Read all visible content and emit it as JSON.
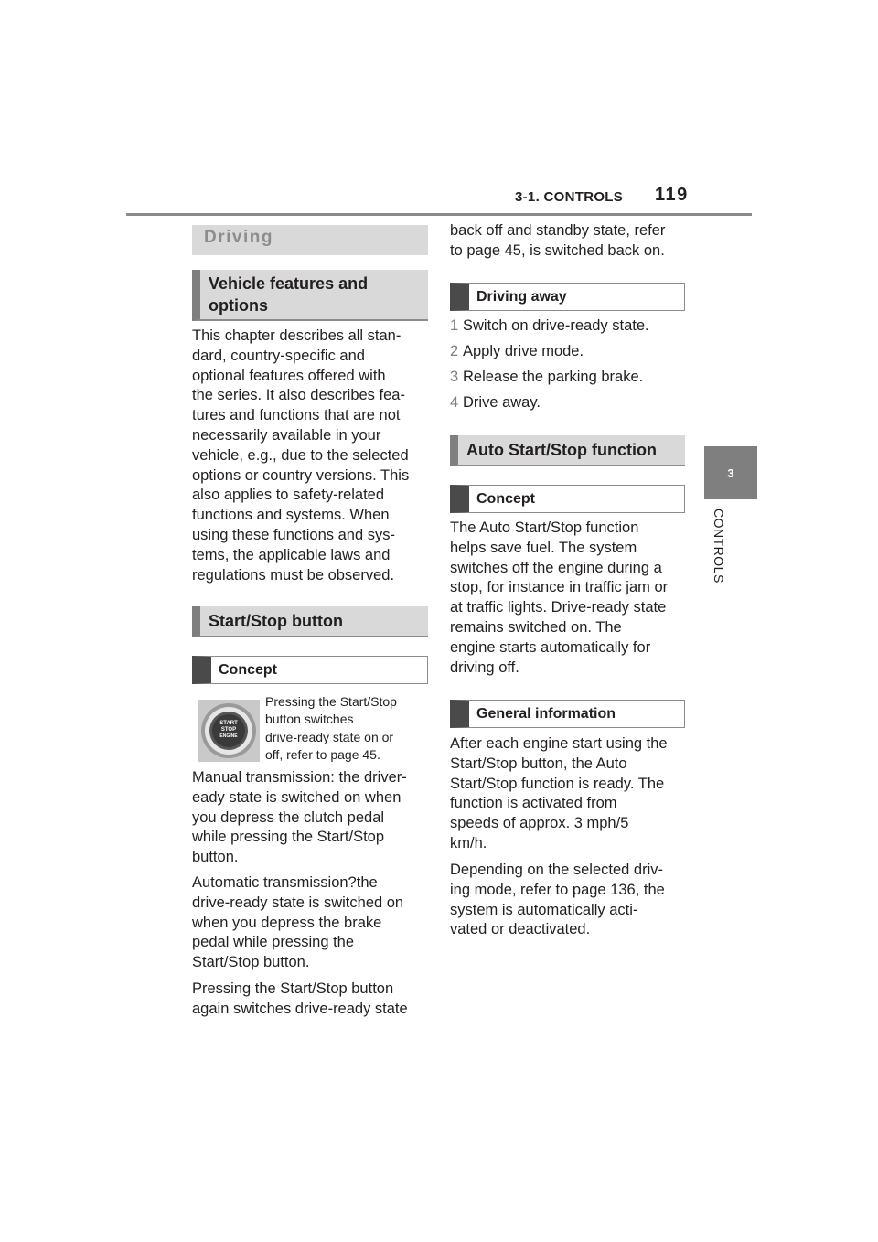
{
  "header": {
    "section": "3-1. CONTROLS",
    "page_number": "119"
  },
  "side_tab": {
    "chapter_number": "3",
    "chapter_label": "CONTROLS"
  },
  "left": {
    "h1": "Driving",
    "vehicle_features": {
      "heading_line1": "Vehicle features and",
      "heading_line2": "options",
      "lines": [
        "This chapter describes all stan-",
        "dard, country-specific and",
        "optional features offered with",
        "the series. It also describes fea-",
        "tures and functions that are not",
        "necessarily available in your",
        "vehicle, e.g., due to the selected",
        "options or country versions. This",
        "also applies to safety-related",
        "functions and systems. When",
        "using these functions and sys-",
        "tems, the applicable laws and",
        "regulations must be observed."
      ]
    },
    "start_stop": {
      "heading": "Start/Stop button",
      "concept_heading": "Concept",
      "button_label_line1": "START",
      "button_label_line2": "STOP",
      "button_label_line3": "ENGINE",
      "caption_lines": [
        "Pressing the Start/Stop",
        "button switches",
        "drive-ready state on or",
        "off, refer to page 45."
      ],
      "manual_lines": [
        "Manual transmission: the driver-",
        "eady state is switched on when",
        "you depress the clutch pedal",
        "while pressing the Start/Stop",
        "button."
      ],
      "automatic_lines": [
        "Automatic transmission?the",
        "drive-ready state is switched on",
        "when you depress the brake",
        "pedal while pressing the",
        "Start/Stop button."
      ],
      "again_lines": [
        "Pressing the Start/Stop button",
        "again switches drive-ready state"
      ]
    }
  },
  "right": {
    "continued_lines": [
      "back off and standby state, refer",
      "to page 45, is switched back on."
    ],
    "driving_away": {
      "heading": "Driving away",
      "steps": [
        {
          "num": "1",
          "text": "Switch on drive-ready state."
        },
        {
          "num": "2",
          "text": "Apply drive mode."
        },
        {
          "num": "3",
          "text": "Release the parking brake."
        },
        {
          "num": "4",
          "text": "Drive away."
        }
      ]
    },
    "auto_start_stop": {
      "heading": "Auto Start/Stop function",
      "concept_heading": "Concept",
      "concept_lines": [
        "The Auto Start/Stop function",
        "helps save fuel. The system",
        "switches off the engine during a",
        "stop, for instance in traffic jam or",
        "at traffic lights. Drive-ready state",
        "remains switched on. The",
        "engine starts automatically for",
        "driving off."
      ],
      "general_heading": "General information",
      "general_lines": [
        "After each engine start using the",
        "Start/Stop button, the Auto",
        "Start/Stop function is ready. The",
        "function is activated from",
        "speeds of approx. 3 mph/5",
        "km/h."
      ],
      "mode_lines": [
        "Depending on the selected driv-",
        "ing mode, refer to page 136, the",
        "system is automatically acti-",
        "vated or deactivated."
      ]
    }
  }
}
